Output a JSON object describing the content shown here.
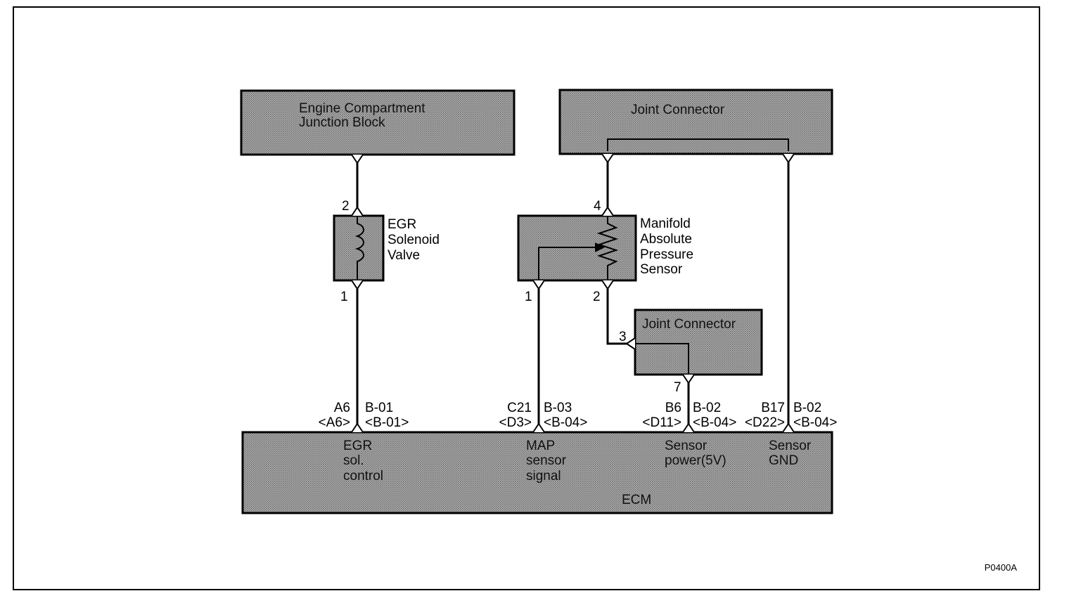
{
  "figure_id": "P0400A",
  "colors": {
    "component_fill": "#8e8e8e",
    "component_stroke": "#000000",
    "wire": "#000000",
    "background": "#ffffff"
  },
  "components": {
    "engine_junction_block": {
      "line1": "Engine Compartment",
      "line2": "Junction Block"
    },
    "joint_connector_top": {
      "label": "Joint Connector"
    },
    "egr_valve": {
      "line1": "EGR",
      "line2": "Solenoid",
      "line3": "Valve"
    },
    "map_sensor": {
      "line1": "Manifold",
      "line2": "Absolute",
      "line3": "Pressure",
      "line4": "Sensor"
    },
    "joint_connector_mid": {
      "label": "Joint Connector"
    },
    "ecm": {
      "label": "ECM",
      "egr_control": {
        "line1": "EGR",
        "line2": "sol.",
        "line3": "control"
      },
      "map_signal": {
        "line1": "MAP",
        "line2": "sensor",
        "line3": "signal"
      },
      "sensor_power": {
        "line1": "Sensor",
        "line2": "power(5V)"
      },
      "sensor_gnd": {
        "line1": "Sensor",
        "line2": "GND"
      }
    }
  },
  "pins": {
    "egr_top": "2",
    "egr_bottom": "1",
    "map_top": "4",
    "map_left": "1",
    "map_right": "2",
    "joint_in": "3",
    "joint_out": "7"
  },
  "ecm_terminals": {
    "egr": {
      "pin": "A6",
      "pin_alt": "<A6>",
      "conn": "B-01",
      "conn_alt": "<B-01>"
    },
    "map": {
      "pin": "C21",
      "pin_alt": "<D3>",
      "conn": "B-03",
      "conn_alt": "<B-04>"
    },
    "power": {
      "pin": "B6",
      "pin_alt": "<D11>",
      "conn": "B-02",
      "conn_alt": "<B-04>"
    },
    "gnd": {
      "pin": "B17",
      "pin_alt": "<D22>",
      "conn": "B-02",
      "conn_alt": "<B-04>"
    }
  }
}
